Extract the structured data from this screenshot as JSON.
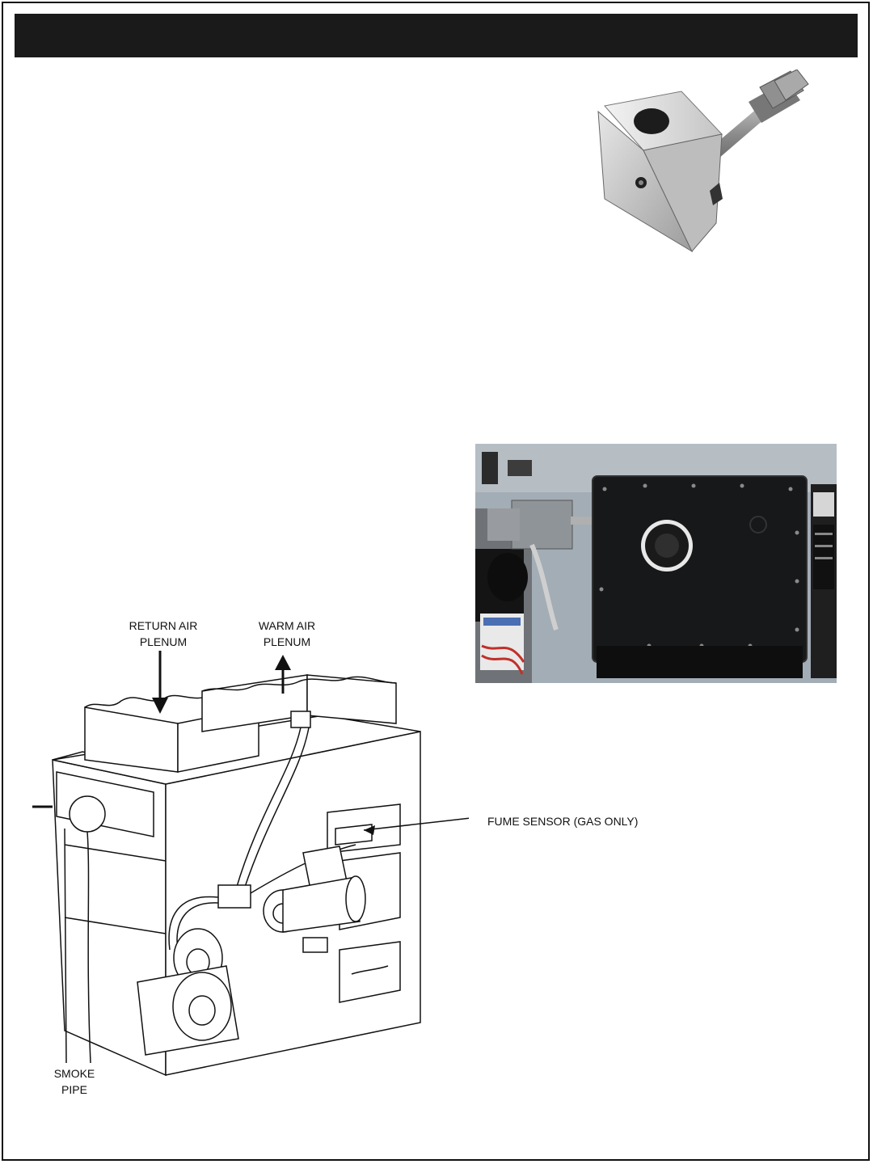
{
  "header": {
    "title": ""
  },
  "figures": {
    "part_photo": {
      "icon": "sensor-bracket-photo"
    },
    "install_photo": {
      "icon": "furnace-installation-photo"
    },
    "diagram": {
      "labels": {
        "return_air": "RETURN AIR\nPLENUM",
        "warm_air": "WARM AIR\nPLENUM",
        "fume_sensor": "FUME SENSOR (GAS ONLY)",
        "smoke_pipe": "SMOKE\nPIPE"
      }
    }
  },
  "colors": {
    "header_bar": "#1a1a1a",
    "photo_bg": "#9aa5ae",
    "panel": "#161819"
  }
}
